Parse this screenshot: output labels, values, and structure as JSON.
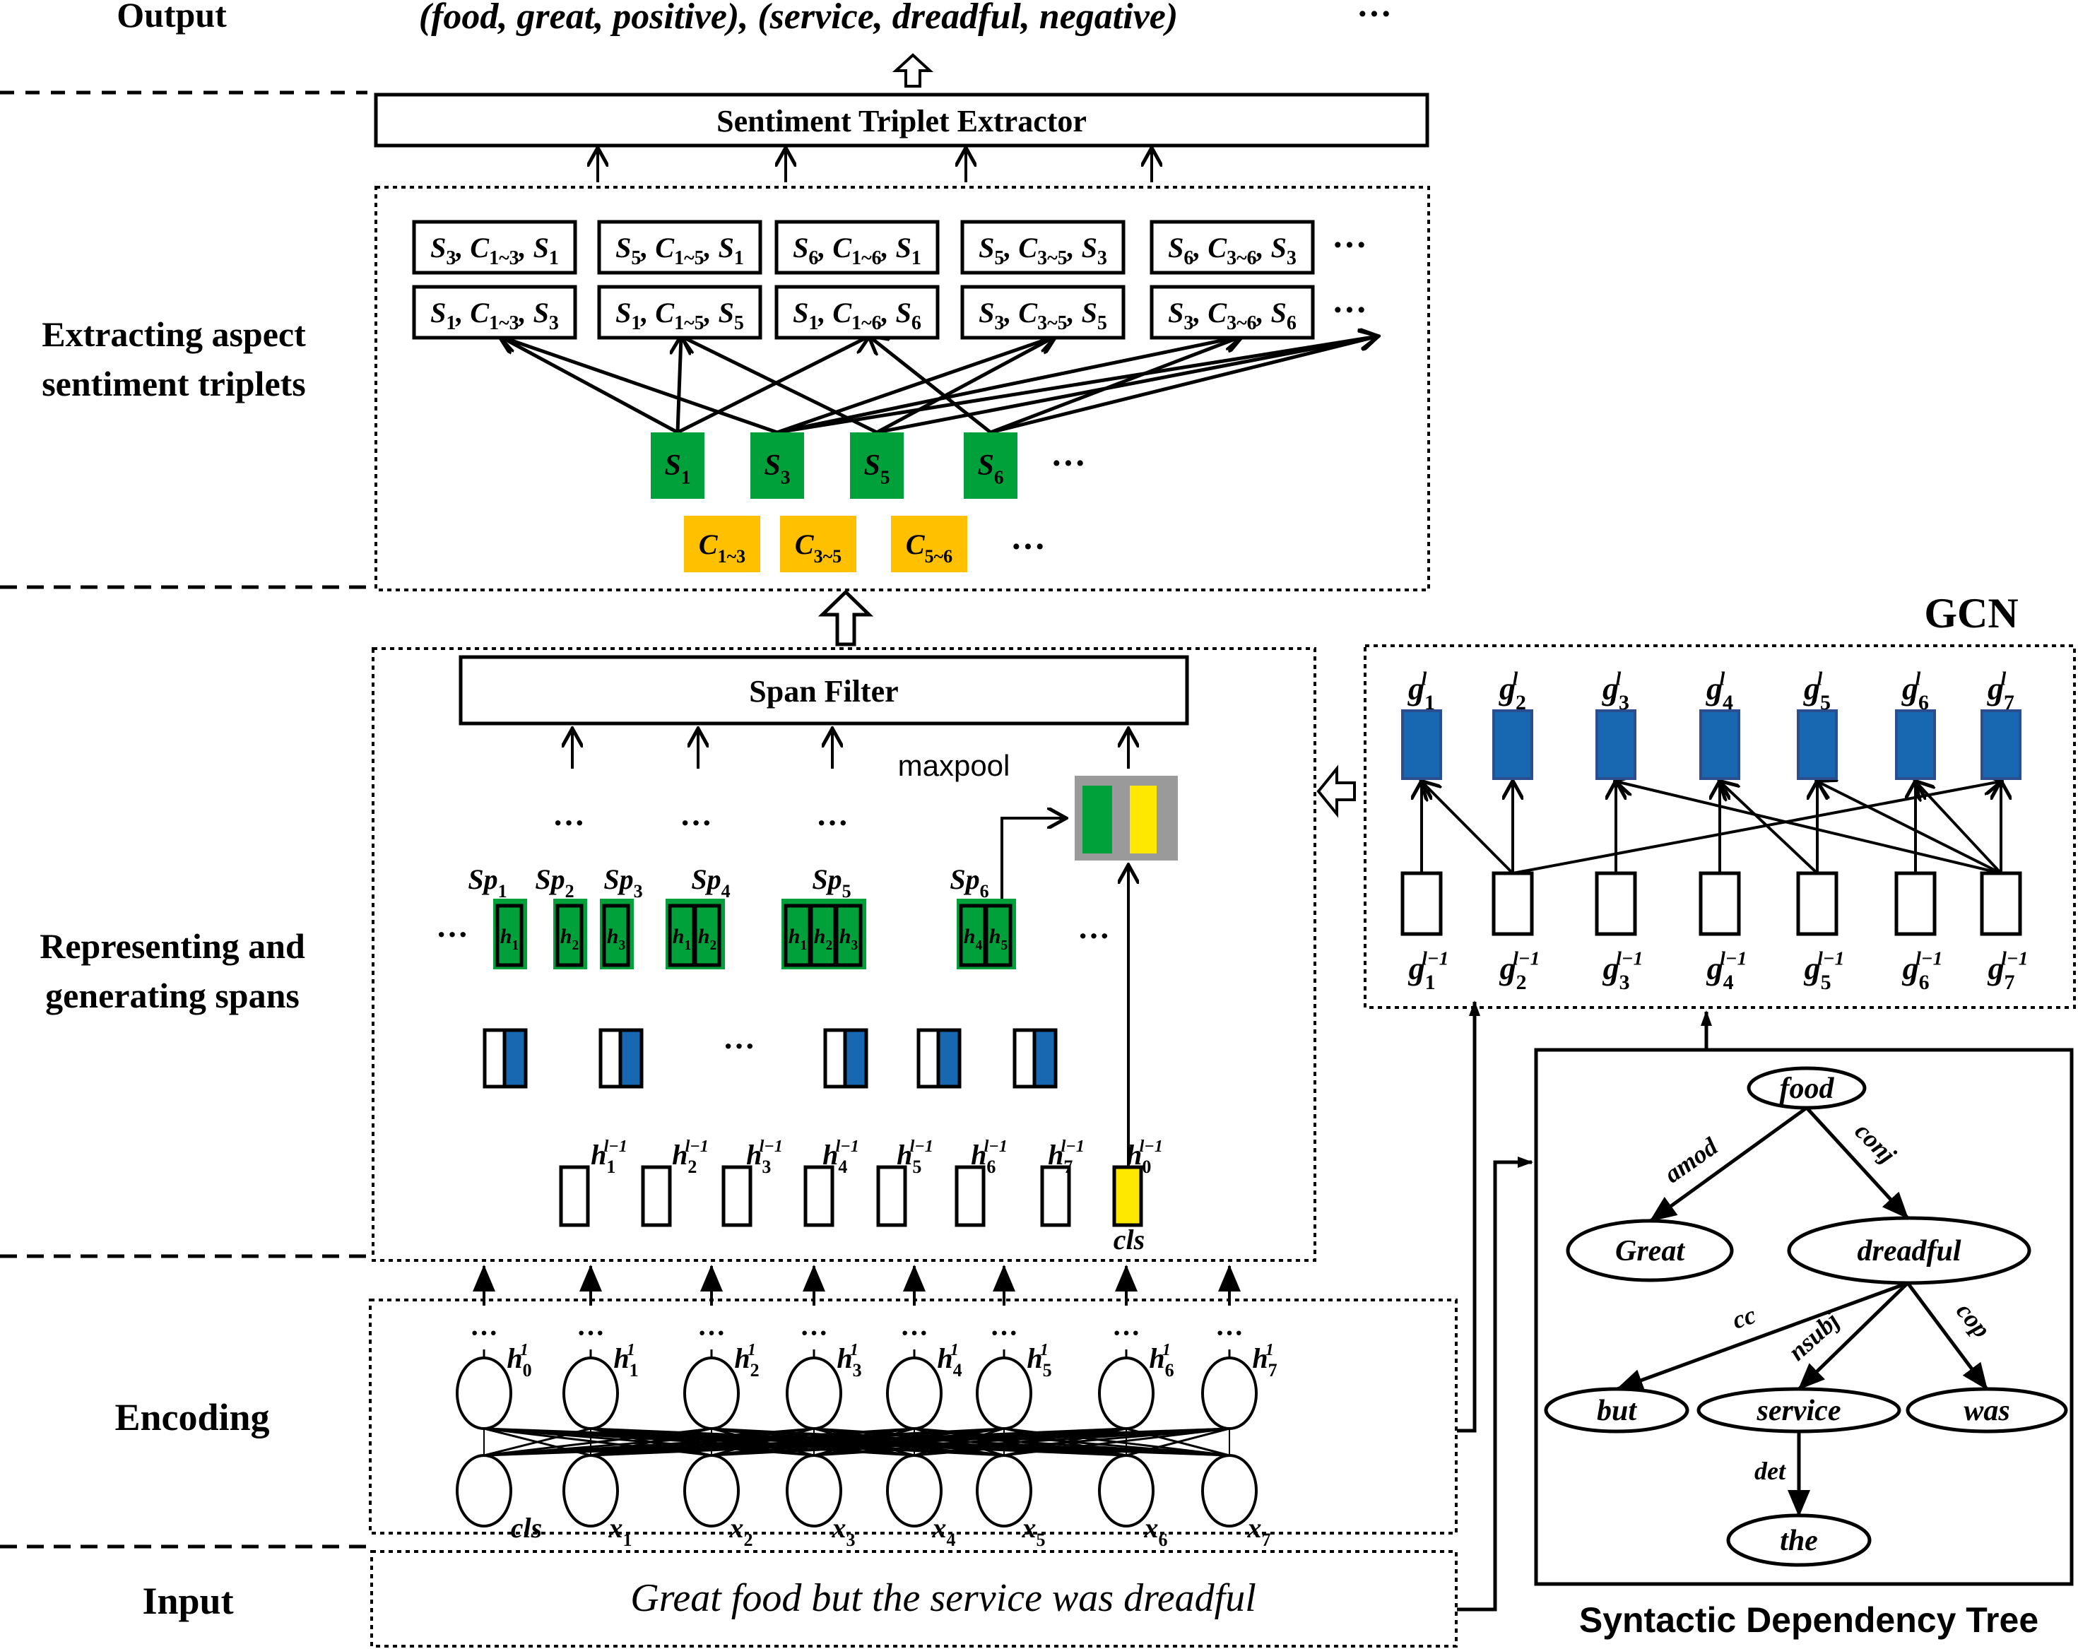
{
  "stage_labels": {
    "output": "Output",
    "extracting_line1": "Extracting aspect",
    "extracting_line2": "sentiment triplets",
    "representing_line1": "Representing and",
    "representing_line2": "generating spans",
    "encoding": "Encoding",
    "input": "Input"
  },
  "output": {
    "triplets_text": "(food, great, positive),  (service, dreadful, negative)",
    "ellipsis": "···"
  },
  "extractor": {
    "label": "Sentiment Triplet Extractor"
  },
  "triplets": {
    "row1": [
      {
        "a": "S",
        "as": "3",
        "c": "C",
        "cs": "1~3",
        "b": "S",
        "bs": "1"
      },
      {
        "a": "S",
        "as": "5",
        "c": "C",
        "cs": "1~5",
        "b": "S",
        "bs": "1"
      },
      {
        "a": "S",
        "as": "6",
        "c": "C",
        "cs": "1~6",
        "b": "S",
        "bs": "1"
      },
      {
        "a": "S",
        "as": "5",
        "c": "C",
        "cs": "3~5",
        "b": "S",
        "bs": "3"
      },
      {
        "a": "S",
        "as": "6",
        "c": "C",
        "cs": "3~6",
        "b": "S",
        "bs": "3"
      }
    ],
    "row2": [
      {
        "a": "S",
        "as": "1",
        "c": "C",
        "cs": "1~3",
        "b": "S",
        "bs": "3"
      },
      {
        "a": "S",
        "as": "1",
        "c": "C",
        "cs": "1~5",
        "b": "S",
        "bs": "5"
      },
      {
        "a": "S",
        "as": "1",
        "c": "C",
        "cs": "1~6",
        "b": "S",
        "bs": "6"
      },
      {
        "a": "S",
        "as": "3",
        "c": "C",
        "cs": "3~5",
        "b": "S",
        "bs": "5"
      },
      {
        "a": "S",
        "as": "3",
        "c": "C",
        "cs": "3~6",
        "b": "S",
        "bs": "6"
      }
    ],
    "ellipsis": "···",
    "spans": [
      {
        "base": "S",
        "sub": "1"
      },
      {
        "base": "S",
        "sub": "3"
      },
      {
        "base": "S",
        "sub": "5"
      },
      {
        "base": "S",
        "sub": "6"
      }
    ],
    "contexts": [
      {
        "base": "C",
        "sub": "1~3"
      },
      {
        "base": "C",
        "sub": "3~5"
      },
      {
        "base": "C",
        "sub": "5~6"
      }
    ]
  },
  "span_section": {
    "filter_label": "Span Filter",
    "maxpool_label": "maxpool",
    "ellipsis": "···",
    "span_labels": [
      {
        "base": "Sp",
        "sub": "1"
      },
      {
        "base": "Sp",
        "sub": "2"
      },
      {
        "base": "Sp",
        "sub": "3"
      },
      {
        "base": "Sp",
        "sub": "4"
      },
      {
        "base": "Sp",
        "sub": "5"
      },
      {
        "base": "Sp",
        "sub": "6"
      }
    ],
    "span_cells": [
      [
        "1"
      ],
      [
        "2"
      ],
      [
        "3"
      ],
      [
        "1",
        "2"
      ],
      [
        "1",
        "2",
        "3"
      ],
      [
        "4",
        "5"
      ]
    ],
    "cell_base": "h",
    "hidden_labels": [
      {
        "base": "h",
        "sub": "1",
        "sup": "l−1"
      },
      {
        "base": "h",
        "sub": "2",
        "sup": "l−1"
      },
      {
        "base": "h",
        "sub": "3",
        "sup": "l−1"
      },
      {
        "base": "h",
        "sub": "4",
        "sup": "l−1"
      },
      {
        "base": "h",
        "sub": "5",
        "sup": "l−1"
      },
      {
        "base": "h",
        "sub": "6",
        "sup": "l−1"
      },
      {
        "base": "h",
        "sub": "7",
        "sup": "l−1"
      },
      {
        "base": "h",
        "sub": "0",
        "sup": "l−1"
      }
    ],
    "cls_label": "cls"
  },
  "encoding": {
    "ellipsis": "···",
    "top_labels": [
      {
        "base": "h",
        "sub": "0",
        "sup": "1"
      },
      {
        "base": "h",
        "sub": "1",
        "sup": "1"
      },
      {
        "base": "h",
        "sub": "2",
        "sup": "1"
      },
      {
        "base": "h",
        "sub": "3",
        "sup": "1"
      },
      {
        "base": "h",
        "sub": "4",
        "sup": "1"
      },
      {
        "base": "h",
        "sub": "5",
        "sup": "1"
      },
      {
        "base": "h",
        "sub": "6",
        "sup": "1"
      },
      {
        "base": "h",
        "sub": "7",
        "sup": "1"
      }
    ],
    "bottom_labels": [
      {
        "base": "cls",
        "sub": ""
      },
      {
        "base": "x",
        "sub": "1"
      },
      {
        "base": "x",
        "sub": "2"
      },
      {
        "base": "x",
        "sub": "3"
      },
      {
        "base": "x",
        "sub": "4"
      },
      {
        "base": "x",
        "sub": "5"
      },
      {
        "base": "x",
        "sub": "6"
      },
      {
        "base": "x",
        "sub": "7"
      }
    ]
  },
  "input": {
    "sentence": "Great  food  but  the  service  was  dreadful"
  },
  "gcn": {
    "title": "GCN",
    "top_labels": [
      {
        "base": "g",
        "sub": "1",
        "sup": "l"
      },
      {
        "base": "g",
        "sub": "2",
        "sup": "l"
      },
      {
        "base": "g",
        "sub": "3",
        "sup": "l"
      },
      {
        "base": "g",
        "sub": "4",
        "sup": "l"
      },
      {
        "base": "g",
        "sub": "5",
        "sup": "l"
      },
      {
        "base": "g",
        "sub": "6",
        "sup": "l"
      },
      {
        "base": "g",
        "sub": "7",
        "sup": "l"
      }
    ],
    "bottom_labels": [
      {
        "base": "g",
        "sub": "1",
        "sup": "l−1"
      },
      {
        "base": "g",
        "sub": "2",
        "sup": "l−1"
      },
      {
        "base": "g",
        "sub": "3",
        "sup": "l−1"
      },
      {
        "base": "g",
        "sub": "4",
        "sup": "l−1"
      },
      {
        "base": "g",
        "sub": "5",
        "sup": "l−1"
      },
      {
        "base": "g",
        "sub": "6",
        "sup": "l−1"
      },
      {
        "base": "g",
        "sub": "7",
        "sup": "l−1"
      }
    ],
    "edges": [
      [
        1,
        1
      ],
      [
        2,
        1
      ],
      [
        2,
        2
      ],
      [
        2,
        7
      ],
      [
        3,
        3
      ],
      [
        4,
        4
      ],
      [
        5,
        4
      ],
      [
        5,
        5
      ],
      [
        6,
        6
      ],
      [
        7,
        3
      ],
      [
        7,
        5
      ],
      [
        7,
        6
      ],
      [
        7,
        7
      ]
    ]
  },
  "dependency_tree": {
    "title": "Syntactic Dependency Tree",
    "nodes": {
      "food": "food",
      "great": "Great",
      "dreadful": "dreadful",
      "but": "but",
      "service": "service",
      "was": "was",
      "the": "the"
    },
    "relations": {
      "amod": "amod",
      "conj": "conj",
      "cc": "cc",
      "nsubj": "nsubj",
      "cop": "cop",
      "det": "det"
    }
  },
  "colors": {
    "span_green": "#00A13A",
    "context_orange": "#FFC000",
    "cls_yellow": "#FFE800",
    "gcn_blue": "#1767B1",
    "maxpool_gray": "#9A9A9A"
  }
}
